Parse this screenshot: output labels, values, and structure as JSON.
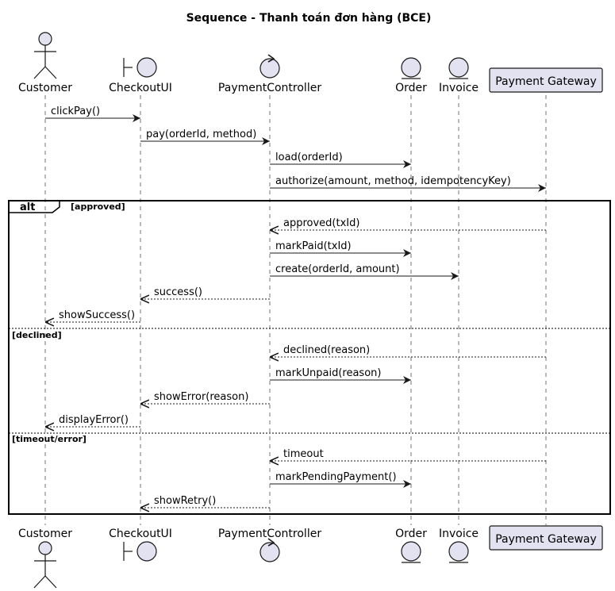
{
  "diagram": {
    "title": "Sequence - Thanh toán đơn hàng (BCE)",
    "participants": [
      {
        "key": "customer",
        "name": "Customer",
        "kind": "actor"
      },
      {
        "key": "checkout",
        "name": "CheckoutUI",
        "kind": "boundary"
      },
      {
        "key": "controller",
        "name": "PaymentController",
        "kind": "control"
      },
      {
        "key": "order",
        "name": "Order",
        "kind": "entity"
      },
      {
        "key": "invoice",
        "name": "Invoice",
        "kind": "entity"
      },
      {
        "key": "gateway",
        "name": "Payment Gateway",
        "kind": "participant"
      }
    ],
    "messages": [
      {
        "from": "customer",
        "to": "checkout",
        "label": "clickPay()",
        "kind": "sync"
      },
      {
        "from": "checkout",
        "to": "controller",
        "label": "pay(orderId, method)",
        "kind": "sync"
      },
      {
        "from": "controller",
        "to": "order",
        "label": "load(orderId)",
        "kind": "sync"
      },
      {
        "from": "controller",
        "to": "gateway",
        "label": "authorize(amount, method, idempotencyKey)",
        "kind": "sync"
      },
      {
        "from": "gateway",
        "to": "controller",
        "label": "approved(txId)",
        "kind": "return"
      },
      {
        "from": "controller",
        "to": "order",
        "label": "markPaid(txId)",
        "kind": "sync"
      },
      {
        "from": "controller",
        "to": "invoice",
        "label": "create(orderId, amount)",
        "kind": "sync"
      },
      {
        "from": "controller",
        "to": "checkout",
        "label": "success()",
        "kind": "return"
      },
      {
        "from": "checkout",
        "to": "customer",
        "label": "showSuccess()",
        "kind": "return"
      },
      {
        "from": "gateway",
        "to": "controller",
        "label": "declined(reason)",
        "kind": "return"
      },
      {
        "from": "controller",
        "to": "order",
        "label": "markUnpaid(reason)",
        "kind": "sync"
      },
      {
        "from": "controller",
        "to": "checkout",
        "label": "showError(reason)",
        "kind": "return"
      },
      {
        "from": "checkout",
        "to": "customer",
        "label": "displayError()",
        "kind": "return"
      },
      {
        "from": "gateway",
        "to": "controller",
        "label": "timeout",
        "kind": "return"
      },
      {
        "from": "controller",
        "to": "order",
        "label": "markPendingPayment()",
        "kind": "sync"
      },
      {
        "from": "controller",
        "to": "checkout",
        "label": "showRetry()",
        "kind": "return"
      }
    ],
    "fragment": {
      "label": "alt",
      "guards": [
        "[approved]",
        "[declined]",
        "[timeout/error]"
      ]
    }
  }
}
